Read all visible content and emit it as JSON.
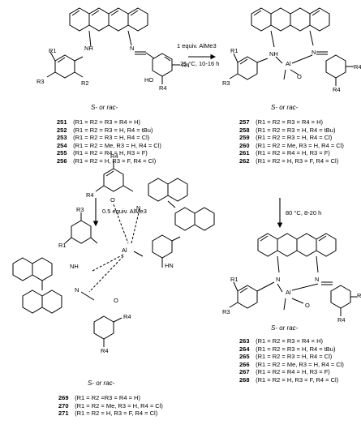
{
  "atoms": {
    "N": "N",
    "NH": "NH",
    "HN": "HN",
    "HO": "HO",
    "O": "O",
    "Al": "Al",
    "R1": "R1",
    "R2": "R2",
    "R3": "R3",
    "R4": "R4"
  },
  "arrows": {
    "top": {
      "line1": "1 equiv. AlMe3",
      "line2": "25 °C, 10-16 h"
    },
    "left": {
      "line1": "0.5 equiv. AlMe3"
    },
    "right": {
      "line1": "80 °C, 8-20 h"
    }
  },
  "stereo_label": "S- or rac-",
  "lists": {
    "ligands": [
      {
        "num": "251",
        "text": "(R1 = R2 = R3 = R4 = H)"
      },
      {
        "num": "252",
        "text": "(R1 = R2 = R3 = H, R4 = tBu)"
      },
      {
        "num": "253",
        "text": "(R1 = R2 = R3 = H, R4 = Cl)"
      },
      {
        "num": "254",
        "text": "(R1 = R2 = Me, R3 = H, R4 = Cl)"
      },
      {
        "num": "255",
        "text": "(R1 = R2 = R4 = H, R3 = F)"
      },
      {
        "num": "256",
        "text": "(R1 = R2 = H, R3 = F, R4 = Cl)"
      }
    ],
    "complexes_top": [
      {
        "num": "257",
        "text": "(R1 = R2 = R3 = R4 = H)"
      },
      {
        "num": "258",
        "text": "(R1 = R2 = R3 = H, R4 = tBu)"
      },
      {
        "num": "259",
        "text": "(R1 = R2 = R3 = H, R4 = Cl)"
      },
      {
        "num": "260",
        "text": "(R1 = R2 = Me, R3 = H, R4 = Cl)"
      },
      {
        "num": "261",
        "text": "(R1 = R2 = R4 = H, R3 = F)"
      },
      {
        "num": "262",
        "text": "(R1 = R2 = H, R3 = F, R4 = Cl)"
      }
    ],
    "complexes_left": [
      {
        "num": "269",
        "text": "(R1 = R2 =R3 = R4 = H)"
      },
      {
        "num": "270",
        "text": "(R1 = R2 = Me, R3 = H, R4 = Cl)"
      },
      {
        "num": "271",
        "text": "(R1 = R2 = H, R3 = F, R4 = Cl)"
      }
    ],
    "complexes_right": [
      {
        "num": "263",
        "text": "(R1 = R2 = R3 = R4 = H)"
      },
      {
        "num": "264",
        "text": "(R1 = R2 = R3 = H, R4 = tBu)"
      },
      {
        "num": "265",
        "text": "(R1 = R2 = R3 = H, R4 = Cl)"
      },
      {
        "num": "266",
        "text": "(R1 = R2 = Me, R3 = H, R4 = Cl)"
      },
      {
        "num": "267",
        "text": "(R1 = R2 = R4 = H, R3 = F)"
      },
      {
        "num": "268",
        "text": "(R1 = R2 = H, R3 = F, R4 = Cl)"
      }
    ]
  },
  "colors": {
    "ink": "#000000",
    "oxygen": "#cc0000",
    "nitrogen": "#2233aa"
  }
}
